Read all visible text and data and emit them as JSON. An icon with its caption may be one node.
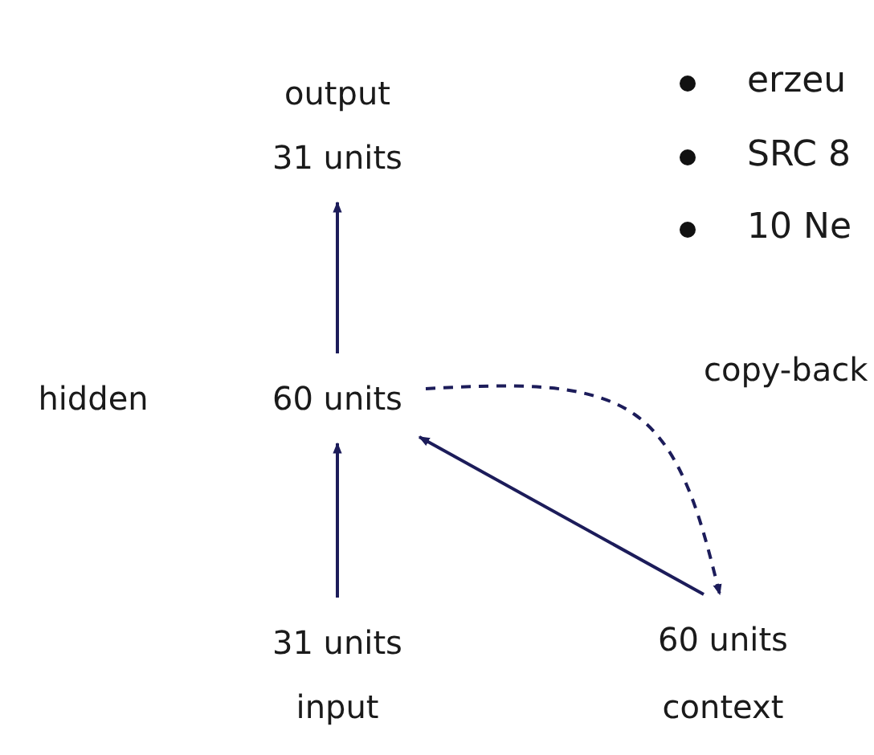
{
  "diagram": {
    "nodes": [
      {
        "text": [
          "31 units"
        ],
        "beside": [
          "output"
        ]
      },
      {
        "text": [
          "60 units"
        ],
        "beside": [
          "hidden"
        ]
      },
      {
        "text": [
          "31 units"
        ],
        "beside": [
          "input"
        ]
      },
      {
        "text": [
          "60 units"
        ],
        "beside": [
          "context"
        ]
      }
    ],
    "edges": [
      {
        "from": 1,
        "to": 0,
        "arrow": "to"
      },
      {
        "from": 2,
        "to": 1,
        "arrow": "to"
      },
      {
        "from": 1,
        "to": 3,
        "arrow": "to",
        "style": "dashed",
        "label": "copy-back"
      },
      {
        "from": 3,
        "to": 1,
        "arrow": "to"
      }
    ],
    "labels": [
      "erzeu",
      "SRC 8",
      "10 Ne"
    ]
  }
}
